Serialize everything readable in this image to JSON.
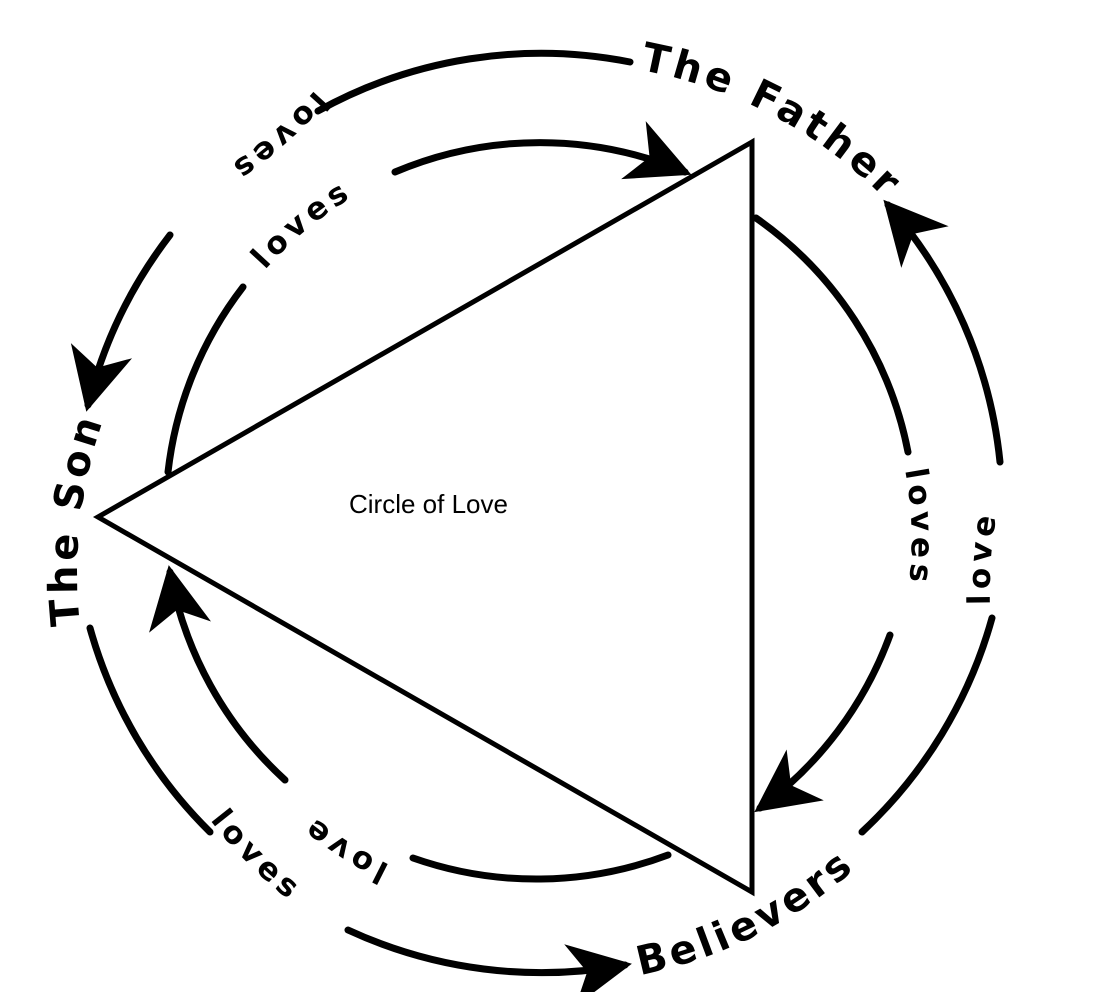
{
  "title": "Circle of Love",
  "nodes": {
    "father": "The Father",
    "son": "The Son",
    "believers": "Believers"
  },
  "relations": [
    {
      "id": "father-loves-son-outer",
      "from": "The Father",
      "to": "The Son",
      "label": "loves",
      "ring": "outer"
    },
    {
      "id": "son-loves-father-inner",
      "from": "The Son",
      "to": "The Father",
      "label": "loves",
      "ring": "inner"
    },
    {
      "id": "father-loves-believers-inner",
      "from": "The Father",
      "to": "Believers",
      "label": "loves",
      "ring": "inner"
    },
    {
      "id": "believers-love-father-outer",
      "from": "Believers",
      "to": "The Father",
      "label": "love",
      "ring": "outer"
    },
    {
      "id": "believers-love-son-inner",
      "from": "Believers",
      "to": "The Son",
      "label": "love",
      "ring": "inner"
    },
    {
      "id": "son-loves-believers-outer",
      "from": "The Son",
      "to": "Believers",
      "label": "loves",
      "ring": "outer"
    }
  ],
  "colors": {
    "ink": "#000000",
    "background": "#ffffff"
  }
}
